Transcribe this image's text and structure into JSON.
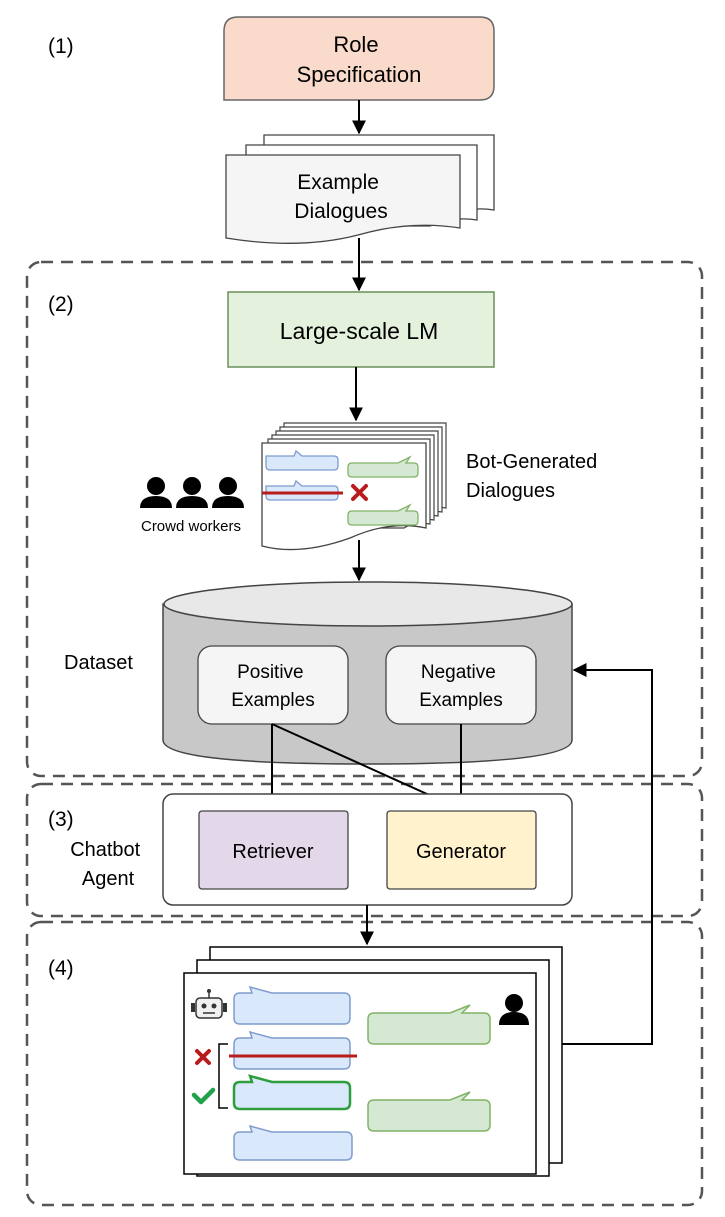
{
  "steps": {
    "s1": "(1)",
    "s2": "(2)",
    "s3": "(3)",
    "s4": "(4)"
  },
  "nodes": {
    "role_spec": [
      "Role",
      "Specification"
    ],
    "example_dialogues": [
      "Example",
      "Dialogues"
    ],
    "large_lm": "Large-scale LM",
    "bot_generated": [
      "Bot-Generated",
      "Dialogues"
    ],
    "crowd_workers": "Crowd workers",
    "dataset": "Dataset",
    "positive": [
      "Positive",
      "Examples"
    ],
    "negative": [
      "Negative",
      "Examples"
    ],
    "chatbot_agent": [
      "Chatbot",
      "Agent"
    ],
    "retriever": "Retriever",
    "generator": "Generator"
  },
  "colors": {
    "role_fill": "#fadbcb",
    "lm_fill": "#e4f1dc",
    "lm_stroke": "#6b8f5a",
    "retriever_fill": "#e3d8ea",
    "generator_fill": "#fff2cc",
    "bubble_blue_fill": "#dae8fc",
    "bubble_blue_stroke": "#7e9ccc",
    "bubble_green_fill": "#d5e8d4",
    "bubble_green_stroke": "#82b366",
    "bubble_green_bold": "#2e9e3e",
    "reject_red": "#b81c1c",
    "accept_green": "#22a14a",
    "dataset_fill": "#c8c8c8",
    "dataset_top": "#e8e8e8"
  },
  "icons": {
    "crowd": "people-icon",
    "robot": "robot-icon",
    "user": "person-icon",
    "reject": "cross-icon",
    "accept": "check-icon"
  }
}
